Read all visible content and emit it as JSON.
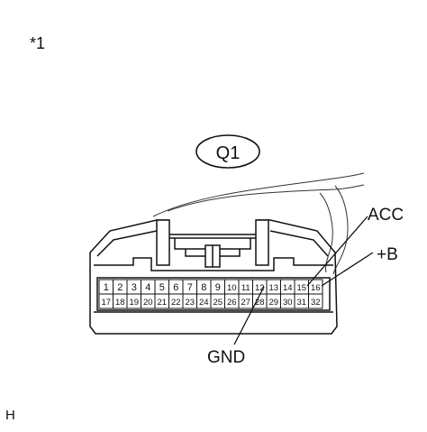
{
  "ref_label": "*1",
  "corner_label": "H",
  "connector": {
    "id": "Q1",
    "pins_top": [
      "1",
      "2",
      "3",
      "4",
      "5",
      "6",
      "7",
      "8",
      "9",
      "10",
      "11",
      "12",
      "13",
      "14",
      "15",
      "16"
    ],
    "pins_bottom": [
      "17",
      "18",
      "19",
      "20",
      "21",
      "22",
      "23",
      "24",
      "25",
      "26",
      "27",
      "28",
      "29",
      "30",
      "31",
      "32"
    ]
  },
  "callouts": {
    "acc": "ACC",
    "b_plus": "+B",
    "gnd": "GND"
  }
}
